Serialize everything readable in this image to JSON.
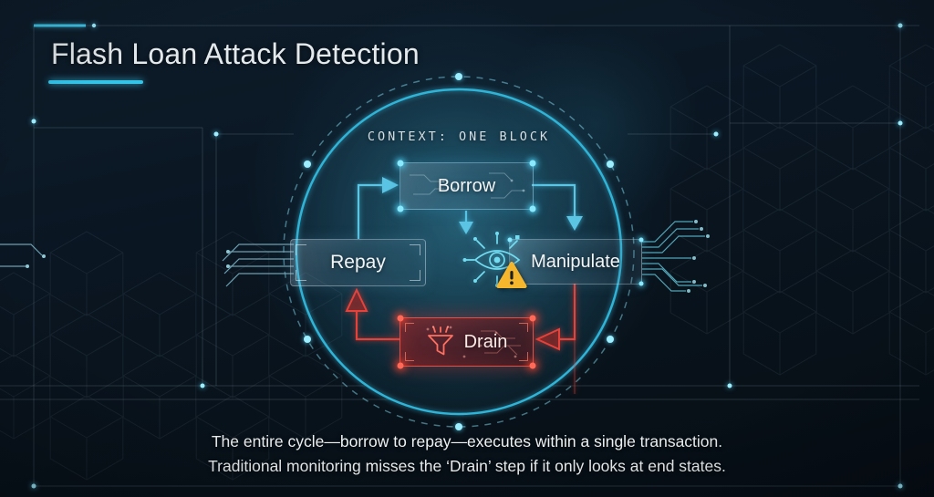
{
  "header": {
    "title": "Flash Loan Attack Detection"
  },
  "diagram": {
    "context_label": "CONTEXT: ONE BLOCK",
    "nodes": [
      {
        "id": "borrow",
        "label": "Borrow"
      },
      {
        "id": "repay",
        "label": "Repay"
      },
      {
        "id": "manipulate",
        "label": "Manipulate"
      },
      {
        "id": "drain",
        "label": "Drain"
      }
    ],
    "edges": [
      {
        "from": "Repay",
        "to": "Borrow",
        "color": "cyan"
      },
      {
        "from": "Borrow",
        "to": "Manipulate",
        "color": "cyan"
      },
      {
        "from": "Manipulate",
        "to": "Drain",
        "color": "red"
      },
      {
        "from": "Drain",
        "to": "Repay",
        "color": "red"
      }
    ],
    "icons": {
      "manipulate": "eye-icon",
      "manipulate_badge": "warning-triangle-icon",
      "drain": "funnel-icon"
    }
  },
  "caption": {
    "line1": "The entire cycle—borrow to repay—executes within a single transaction.",
    "line2": "Traditional monitoring misses the ‘Drain’ step if it only looks at end states."
  },
  "colors": {
    "accent_cyan": "#35c3e8",
    "alert_red": "#e4433c",
    "warning_yellow": "#f4b62d",
    "background": "#0a1520"
  }
}
